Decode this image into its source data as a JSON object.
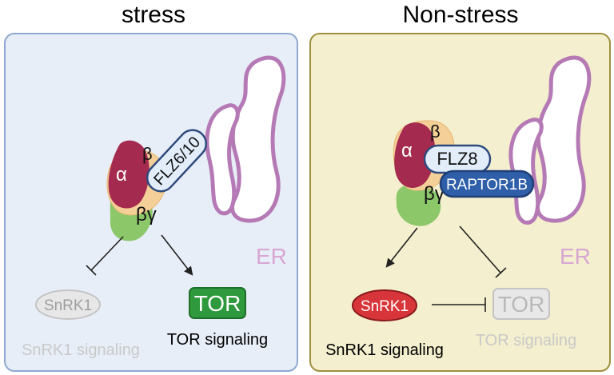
{
  "panels": {
    "stress": {
      "title": "stress",
      "complex": {
        "alpha": "α",
        "beta": "β",
        "betagamma": "βγ",
        "flz": "FLZ6/10"
      },
      "er_label": "ER",
      "snrk1": {
        "label": "SnRK1",
        "caption": "SnRK1 signaling"
      },
      "tor": {
        "label": "TOR",
        "caption": "TOR signaling"
      }
    },
    "nonstress": {
      "title": "Non-stress",
      "complex": {
        "alpha": "α",
        "beta": "β",
        "betagamma": "βγ",
        "flz": "FLZ8",
        "raptor": "RAPTOR1B"
      },
      "er_label": "ER",
      "snrk1": {
        "label": "SnRK1",
        "caption": "SnRK1 signaling"
      },
      "tor": {
        "label": "TOR",
        "caption": "TOR signaling"
      }
    }
  },
  "colors": {
    "stress_bg": "#e8eef8",
    "stress_border": "#8fa8cf",
    "nonstress_bg": "#f4efce",
    "nonstress_border": "#a08f3c",
    "alpha": "#a52a4f",
    "beta": "#f4cf98",
    "betagamma": "#8cc76a",
    "er": "#b57ab5",
    "tor_active": "#2e9a3d",
    "snrk1_active": "#d8353a",
    "inactive": "#c9c9c9"
  }
}
